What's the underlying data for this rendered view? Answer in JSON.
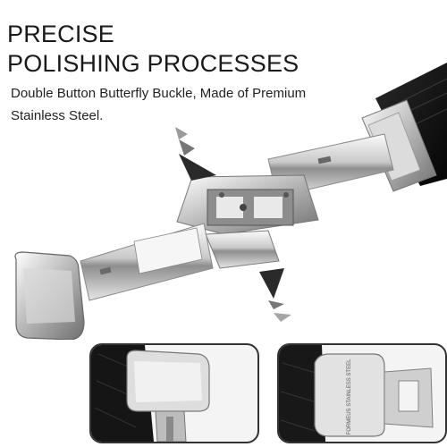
{
  "headline": {
    "line1": "PRECISE",
    "line2": "POLISHING PROCESSES"
  },
  "subtext": {
    "line1": "Double Button Butterfly Buckle, Made of Premium",
    "line2": "Stainless Steel."
  },
  "inset_right": {
    "engraving": "FORMEUS STAINLESS STEEL"
  },
  "colors": {
    "leather": "#141414",
    "steel_light": "#f2f2f2",
    "steel_dark": "#7b7b7b",
    "arrow": "#2a2a2a"
  }
}
